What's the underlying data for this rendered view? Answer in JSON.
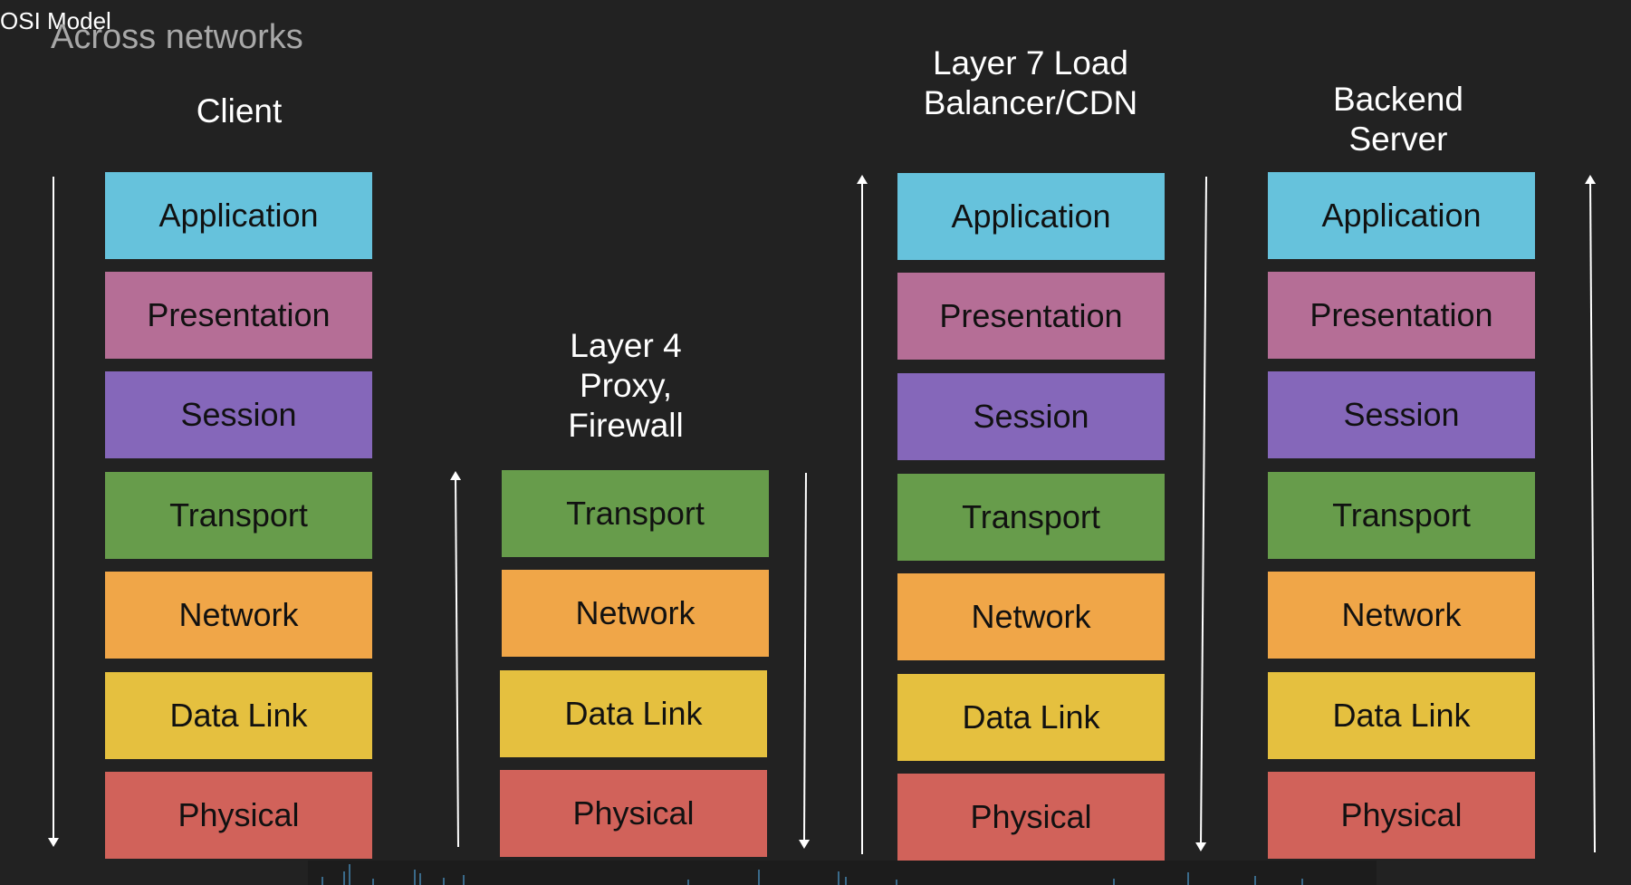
{
  "window": {
    "title": "OSI Model"
  },
  "slide": {
    "subtitle": "Across networks"
  },
  "colors": {
    "application": "#66c2dc",
    "presentation": "#b56e96",
    "session": "#8567ba",
    "transport": "#679c4b",
    "network": "#f0a648",
    "data_link": "#e5c03f",
    "physical": "#d1625a",
    "background": "#222222"
  },
  "columns": {
    "client": {
      "title": "Client",
      "layers": [
        "Application",
        "Presentation",
        "Session",
        "Transport",
        "Network",
        "Data Link",
        "Physical"
      ]
    },
    "l4": {
      "title": "Layer 4\nProxy,\nFirewall",
      "layers": [
        "Transport",
        "Network",
        "Data Link",
        "Physical"
      ]
    },
    "l7": {
      "title": "Layer 7 Load\nBalancer/CDN",
      "layers": [
        "Application",
        "Presentation",
        "Session",
        "Transport",
        "Network",
        "Data Link",
        "Physical"
      ]
    },
    "backend": {
      "title": "Backend\nServer",
      "layers": [
        "Application",
        "Presentation",
        "Session",
        "Transport",
        "Network",
        "Data Link",
        "Physical"
      ]
    }
  }
}
